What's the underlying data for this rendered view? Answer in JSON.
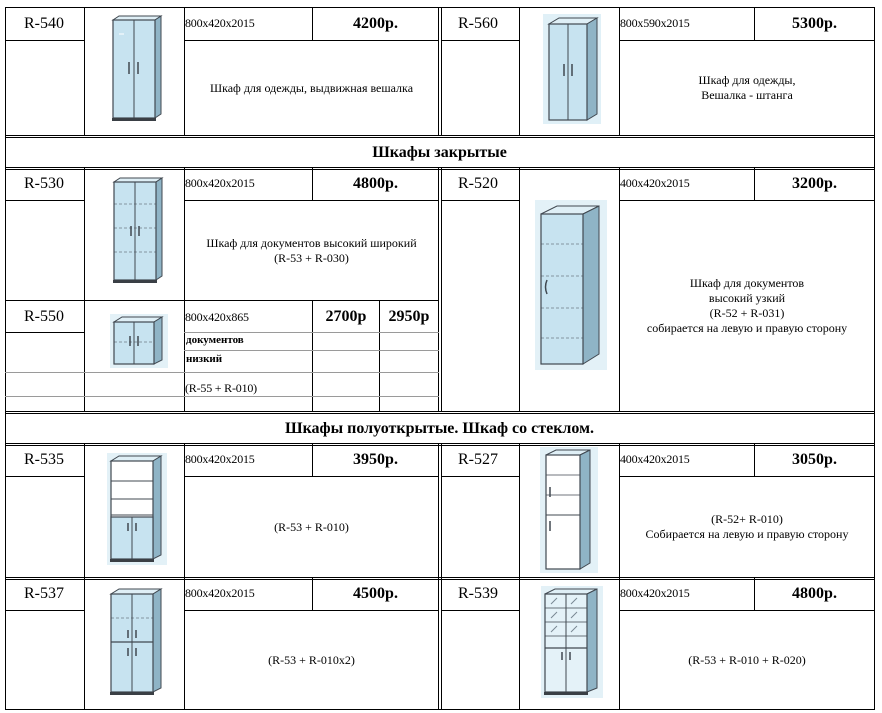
{
  "sections": [
    {
      "title": "Шкафы закрытые"
    },
    {
      "title": "Шкафы полуоткрытые. Шкаф со стеклом."
    }
  ],
  "items": {
    "r540": {
      "code": "R-540",
      "dims": "800x420x2015",
      "price": "4200р.",
      "desc": [
        "Шкаф для одежды, выдвижная вешалка"
      ]
    },
    "r560": {
      "code": "R-560",
      "dims": "800x590x2015",
      "price": "5300р.",
      "desc": [
        "Шкаф для одежды,",
        "Вешалка - штанга"
      ]
    },
    "r530": {
      "code": "R-530",
      "dims": "800x420x2015",
      "price": "4800р.",
      "desc": [
        "Шкаф для документов высокий широкий",
        "(R-53 + R-030)"
      ]
    },
    "r520": {
      "code": "R-520",
      "dims": "400x420x2015",
      "price": "3200р.",
      "desc": [
        "Шкаф для документов",
        "высокий узкий",
        "(R-52 + R-031)",
        "собирается на левую и правую сторону"
      ]
    },
    "r550": {
      "code": "R-550",
      "dims": "800x420x865",
      "price": "2700р",
      "price2": "2950р",
      "desc_bold": [
        "документов",
        "низкий"
      ],
      "desc": "(R-55 + R-010)"
    },
    "r535": {
      "code": "R-535",
      "dims": "800x420x2015",
      "price": "3950р.",
      "desc": [
        "(R-53 + R-010)"
      ]
    },
    "r527": {
      "code": "R-527",
      "dims": "400x420x2015",
      "price": "3050р.",
      "desc": [
        "(R-52+ R-010)",
        "Собирается на левую и правую сторону"
      ]
    },
    "r537": {
      "code": "R-537",
      "dims": "800x420x2015",
      "price": "4500р.",
      "desc": [
        "(R-53 + R-010x2)"
      ]
    },
    "r539": {
      "code": "R-539",
      "dims": "800x420x2015",
      "price": "4800р.",
      "desc": [
        "(R-53 + R-010 + R-020)"
      ]
    }
  },
  "colors": {
    "cabinet_fill": "#c7e3f0",
    "cabinet_edge": "#404850",
    "plinth": "#3a3f45"
  }
}
